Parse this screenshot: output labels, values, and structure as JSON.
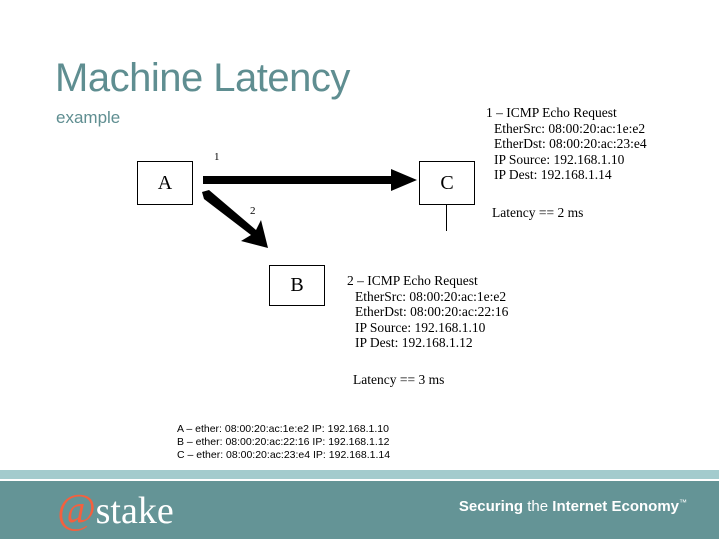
{
  "slide": {
    "title": "Machine Latency",
    "subtitle": "example",
    "title_color": "#5f8e91"
  },
  "diagram": {
    "nodes": [
      {
        "id": "A",
        "label": "A"
      },
      {
        "id": "C",
        "label": "C"
      },
      {
        "id": "B",
        "label": "B"
      }
    ],
    "arrows": [
      {
        "id": "1",
        "label": "1",
        "from": "A",
        "to": "C",
        "direction": "right"
      },
      {
        "id": "2",
        "label": "2",
        "from": "A",
        "to": "B",
        "direction": "down-right"
      }
    ]
  },
  "packets": [
    {
      "header": "1 – ICMP Echo Request",
      "ether_src": "EtherSrc: 08:00:20:ac:1e:e2",
      "ether_dst": "EtherDst: 08:00:20:ac:23:e4",
      "ip_source": "IP Source: 192.168.1.10",
      "ip_dest": "IP Dest: 192.168.1.14",
      "latency": "Latency == 2 ms"
    },
    {
      "header": "2 – ICMP Echo Request",
      "ether_src": "EtherSrc: 08:00:20:ac:1e:e2",
      "ether_dst": "EtherDst: 08:00:20:ac:22:16",
      "ip_source": "IP Source: 192.168.1.10",
      "ip_dest": "IP Dest: 192.168.1.12",
      "latency": "Latency == 3 ms"
    }
  ],
  "host_legend": [
    "A – ether: 08:00:20:ac:1e:e2 IP: 192.168.1.10",
    "B – ether: 08:00:20:ac:22:16 IP: 192.168.1.12",
    "C – ether: 08:00:20:ac:23:e4 IP: 192.168.1.14"
  ],
  "footer": {
    "brand_at": "@",
    "brand_name": "stake",
    "tagline_word_1": "Securing",
    "tagline_word_2": "the",
    "tagline_word_3": "Internet",
    "tagline_word_4": "Economy",
    "tagline_tm": "™",
    "band_light_color": "#a3cbcd",
    "band_main_color": "#649496",
    "brand_at_color": "#f4603e"
  }
}
